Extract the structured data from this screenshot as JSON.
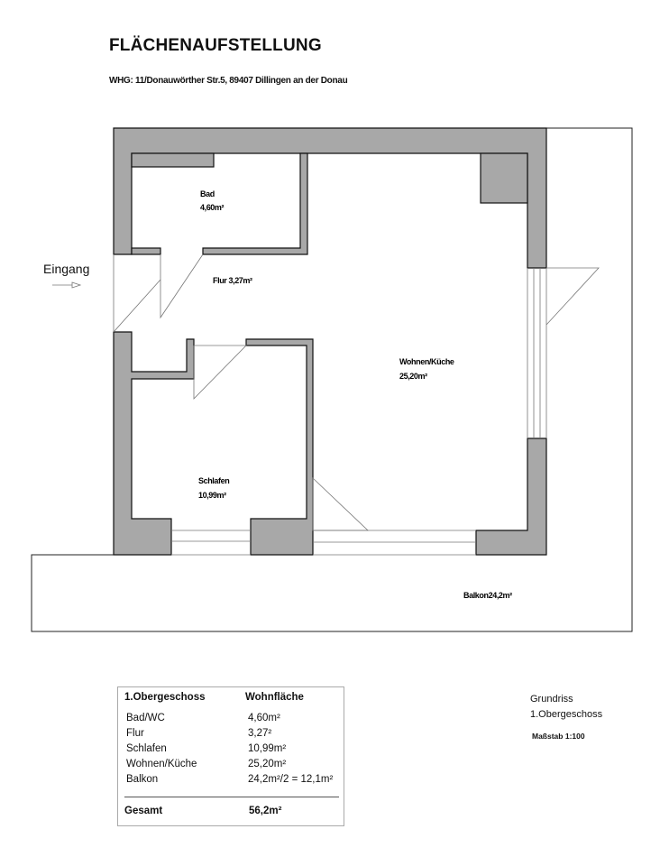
{
  "header": {
    "title": "FLÄCHENAUFSTELLUNG",
    "address": "WHG: 11/Donauwörther Str.5, 89407 Dillingen an der Donau"
  },
  "plan": {
    "entrance": "Eingang",
    "rooms": [
      {
        "name": "Bad",
        "area": "4,60m²"
      },
      {
        "name": "Flur 3,27m²"
      },
      {
        "name": "Wohnen/Küche",
        "area": "25,20m²"
      },
      {
        "name": "Schlafen",
        "area": "10,99m²"
      },
      {
        "name": "Balkon24,2m²"
      }
    ],
    "wall_color": "#a8a8a8"
  },
  "legend": {
    "header_left": "1.Obergeschoss",
    "header_right": "Wohnfläche",
    "rows": [
      {
        "label": "Bad/WC",
        "value": "4,60m²"
      },
      {
        "label": "Flur",
        "value": "3,27²"
      },
      {
        "label": "Schlafen",
        "value": "10,99m²"
      },
      {
        "label": "Wohnen/Küche",
        "value": "25,20m²"
      },
      {
        "label": "Balkon",
        "value": "24,2m²/2 = 12,1m²"
      }
    ],
    "total_label": "Gesamt",
    "total_value": "56,2m²"
  },
  "info": {
    "line1": "Grundriss",
    "line2": "1.Obergeschoss",
    "scale": "Maßstab 1:100"
  }
}
